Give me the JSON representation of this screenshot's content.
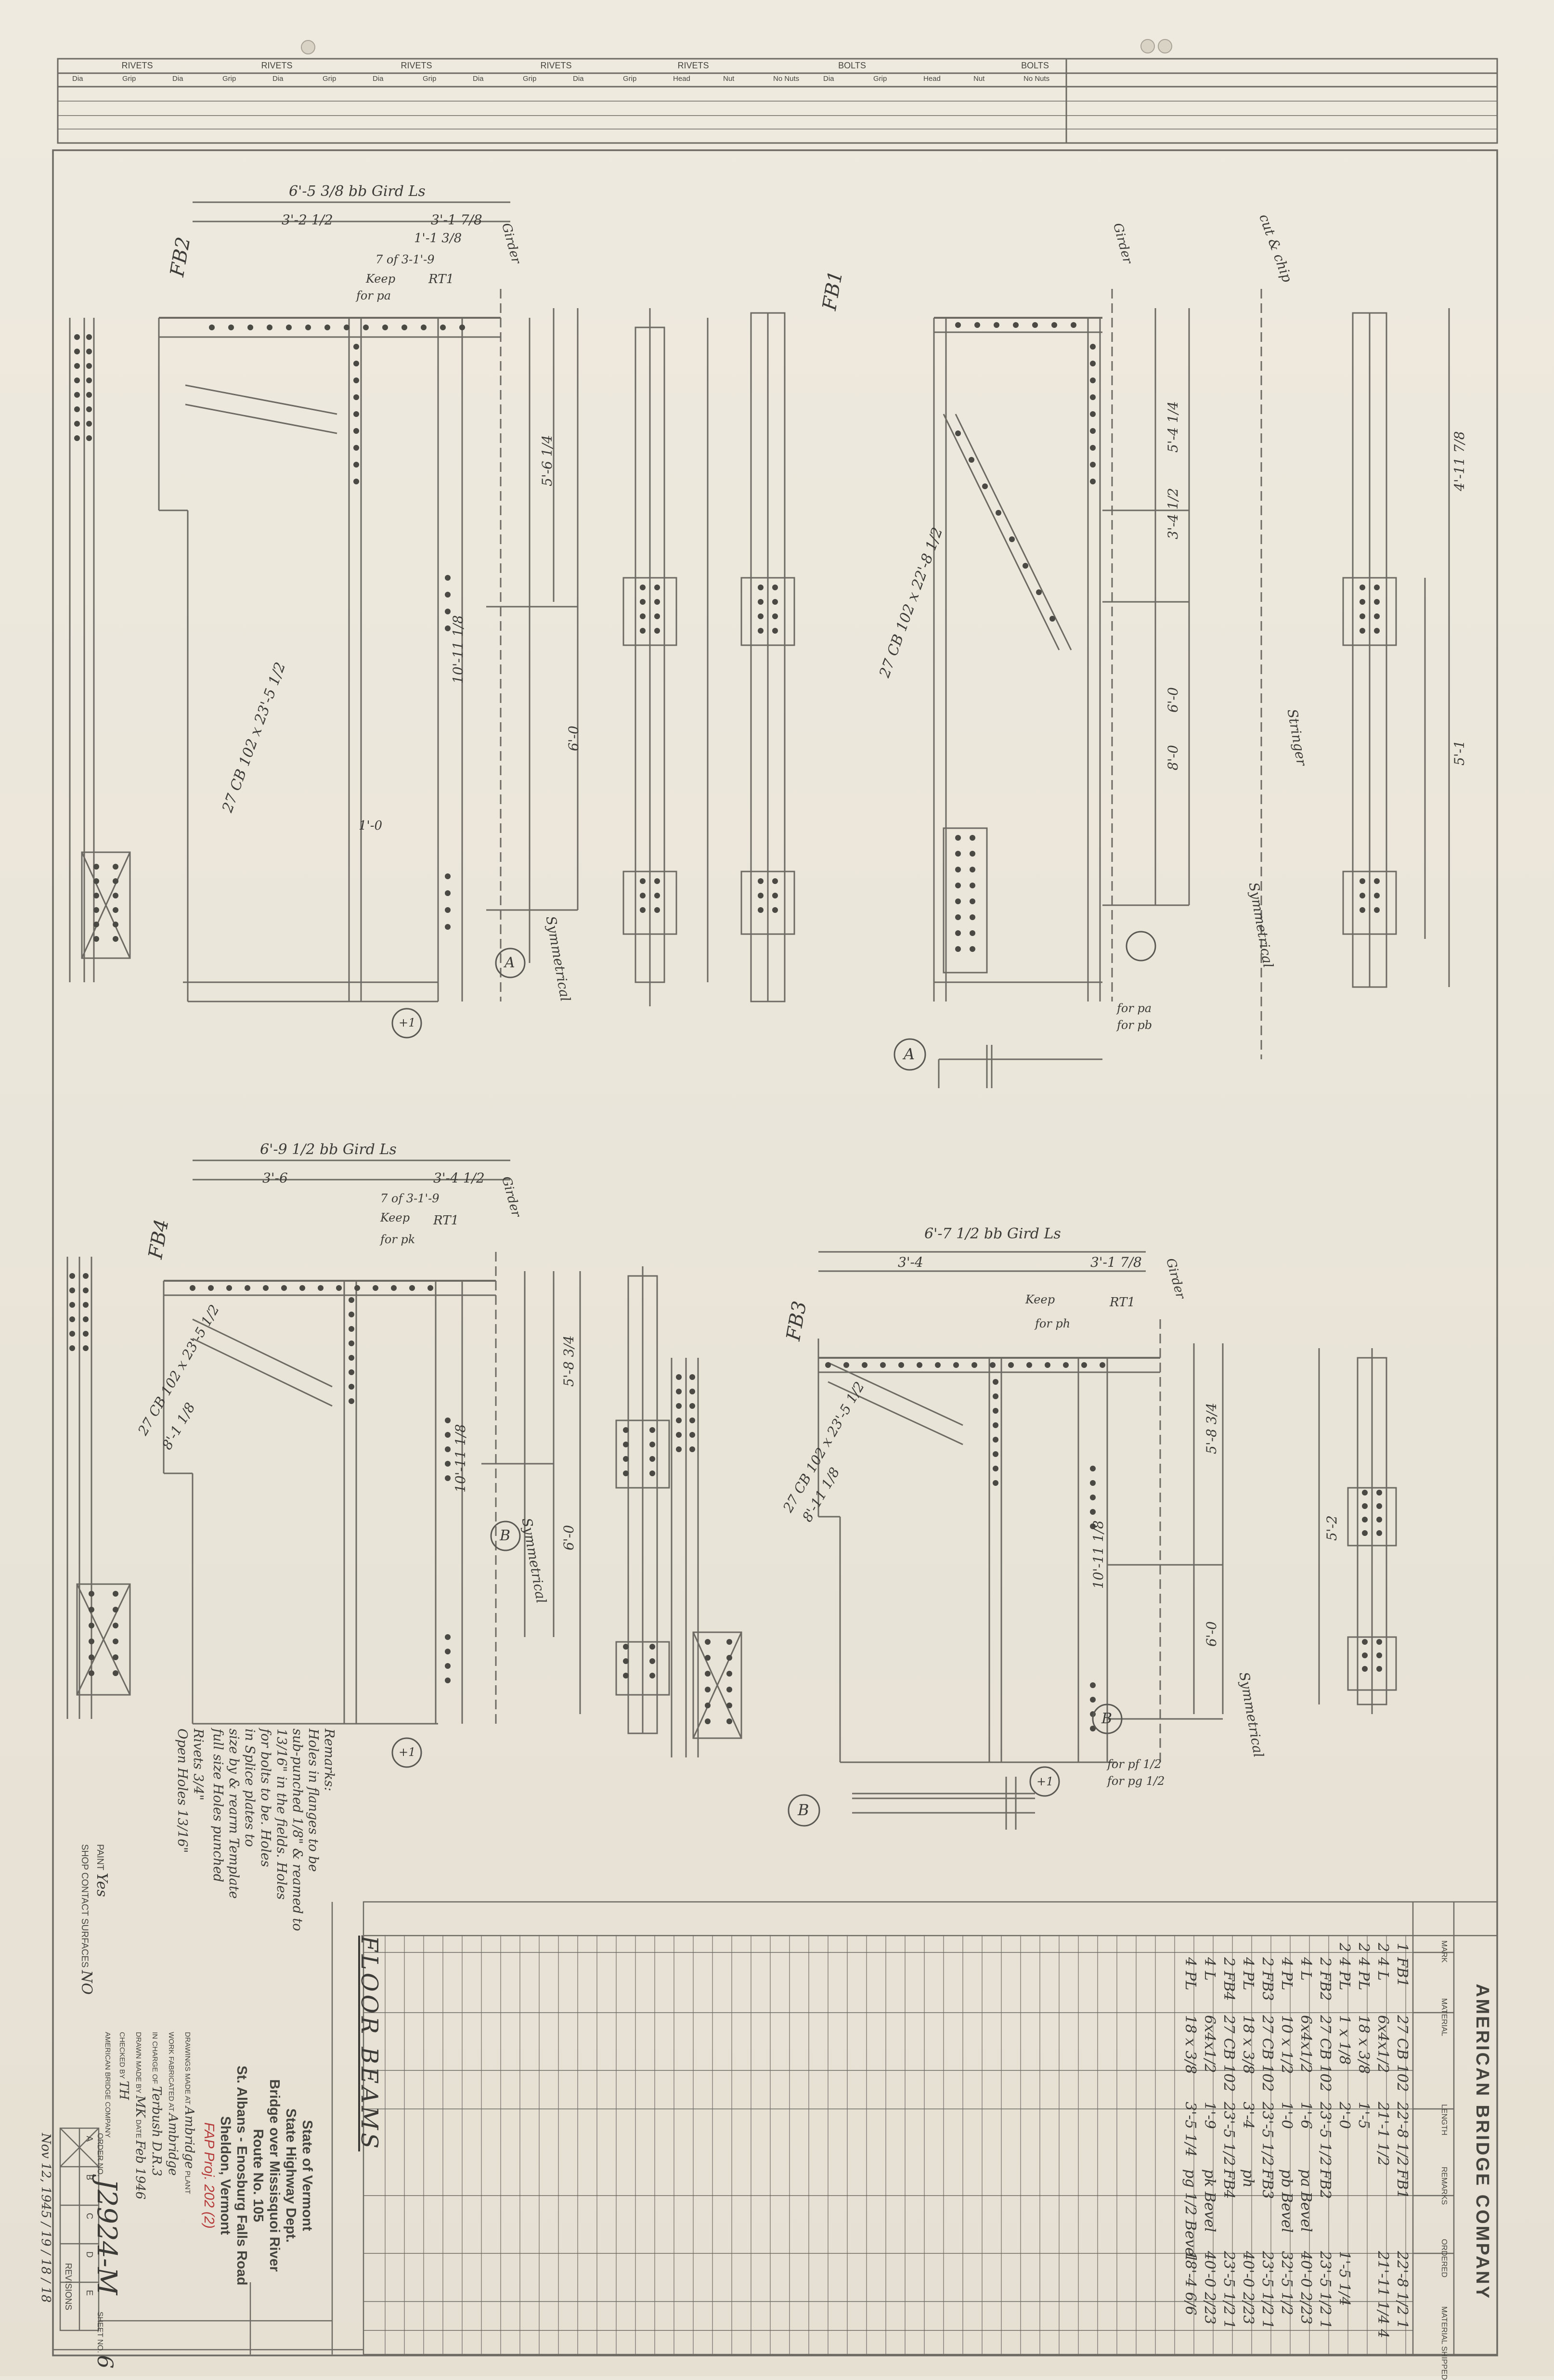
{
  "company": "AMERICAN BRIDGE COMPANY",
  "top_table": {
    "groups": [
      "RIVETS",
      "RIVETS",
      "RIVETS",
      "RIVETS",
      "RIVETS",
      "BOLTS",
      "BOLTS"
    ],
    "cols": [
      "Dia",
      "Grip",
      "Dia",
      "Grip",
      "Dia",
      "Grip",
      "Dia",
      "Grip",
      "Dia",
      "Grip",
      "Dia",
      "Grip",
      "Head",
      "Nut",
      "No Nuts",
      "Dia",
      "Grip",
      "Head",
      "Nut",
      "No Nuts"
    ]
  },
  "fb2": {
    "mark": "FB2",
    "overall": "6'-5 3/8 bb Gird Ls",
    "d1": "3'-2 1/2",
    "d2": "3'-1 7/8",
    "d3": "1'-1 3/8",
    "bolt_note": "7 of 3-1'-9",
    "keep": "Keep",
    "for_pa": "for pa",
    "rt": "RT1",
    "member": "27 CB 102 x 23'-5 1/2",
    "gird": "Girder",
    "length1": "5'-6 1/4",
    "length2": "6'-0",
    "length3": "10'-11 1/8",
    "length4": "1'-0",
    "sym": "Symmetrical",
    "circle": "A",
    "plus": "+1"
  },
  "fb1": {
    "mark": "FB1",
    "member": "27 CB 102 x 22'-8 1/2",
    "length1": "5'-4 1/4",
    "length2": "3'-4 1/2",
    "length3": "6'-0",
    "length4": "8'-0",
    "stringer": "Stringer",
    "sym": "Symmetrical",
    "cut_chip": "cut & chip",
    "girder": "Girder",
    "for_pa": "for pa",
    "for_pb": "for pb",
    "circle": "A",
    "length5": "4'-11 7/8",
    "length6": "5'-1"
  },
  "fb4": {
    "mark": "FB4",
    "overall": "6'-9 1/2 bb Gird Ls",
    "d1": "3'-6",
    "d2": "3'-4 1/2",
    "bolt_note": "7 of 3-1'-9",
    "keep": "Keep",
    "for_pk": "for pk",
    "rt": "RT1",
    "member": "27 CB 102 x 23'-5 1/2",
    "member2": "8'-1 1/8",
    "length1": "5'-8 3/4",
    "length2": "6'-0",
    "length3": "10'-11 1/8",
    "girder": "Girder",
    "sym": "Symmetrical",
    "circle": "B",
    "plus": "+1"
  },
  "fb3": {
    "mark": "FB3",
    "overall": "6'-7 1/2 bb Gird Ls",
    "d1": "3'-4",
    "d2": "3'-1 7/8",
    "keep": "Keep",
    "for_ph": "for ph",
    "rt": "RT1",
    "member": "27 CB 102 x 23'-5 1/2",
    "member2": "8'-11 1/8",
    "length1": "5'-8 3/4",
    "length2": "6'-0",
    "length3": "10'-11 1/8",
    "length4": "5'-2",
    "girder": "Girder",
    "sym": "Symmetrical",
    "circle": "B",
    "plus": "+1",
    "for_pf": "for pf 1/2",
    "for_pg": "for pg 1/2"
  },
  "notes": {
    "remarks_title": "Remarks:",
    "remarks": [
      "Holes in flanges to be",
      "sub-punched 1/8\" & reamed to",
      "13/16\" in the fields. Holes",
      "for bolts to be. Holes",
      "in Splice plates to",
      "size by & rearm Template",
      "full size Holes punched"
    ],
    "rivets": "Rivets 3/4\"",
    "open_holes": "Open Holes 13/16\""
  },
  "paint": {
    "paint_label": "PAINT",
    "paint_value": "Yes",
    "contact_label": "SHOP CONTACT SURFACES",
    "contact_value": "NO"
  },
  "revisions": {
    "label": "REVISIONS",
    "letters": [
      "A",
      "B",
      "C",
      "D",
      "E"
    ],
    "dates": "Nov 12, 1945 / 19 / 18 / 18"
  },
  "title_block": {
    "title": "FLOOR BEAMS",
    "state": "State of Vermont",
    "dept": "State Highway Dept.",
    "bridge": "Bridge over Missisquoi River",
    "route": "Route No. 105",
    "road": "St. Albans - Enosburg Falls Road",
    "town": "Sheldon, Vermont",
    "contract": "FAP Proj. 202 (2)",
    "drawings_made_at": "DRAWINGS MADE AT",
    "plant_hand": "Ambridge",
    "plant_label": "PLANT",
    "work_label": "WORK FABRICATED AT",
    "work_hand": "Ambridge",
    "in_charge_label": "IN CHARGE OF",
    "in_charge_hand": "Terbush D.R.3",
    "drawn_label": "DRAWN MADE BY",
    "drawn_hand": "MK",
    "date_label": "DATE",
    "date_hand": "Feb 1946",
    "checked_label": "CHECKED BY",
    "checked_hand": "TH",
    "company_small": "AMERICAN BRIDGE COMPANY",
    "order_label": "ORDER NO.",
    "order_value": "J2924-M",
    "sheet_label": "SHEET NO.",
    "sheet_value": "6"
  },
  "bill": {
    "header": [
      "MARK",
      "MATERIAL",
      "LENGTH",
      "REMARKS",
      "ORDERED",
      "MATERIAL SHIPPED"
    ],
    "rows": [
      [
        "1",
        "FB1",
        "27 CB 102",
        "22'-8 1/2",
        "FB1",
        "22'-8 1/2  1"
      ],
      [
        "2",
        "4  L",
        "6x4x1/2",
        "21'-1 1/2",
        "",
        "21'-11 1/4 4"
      ],
      [
        "2",
        "4 PL",
        "18 x 3/8",
        "1'-5",
        "",
        ""
      ],
      [
        "2",
        "4 PL",
        "1 x 1/8",
        "2'-0",
        "",
        "1'-5  1/4"
      ],
      [
        "",
        "2 FB2",
        "27 CB 102",
        "23'-5 1/2",
        "FB2",
        "23'-5 1/2 1"
      ],
      [
        "",
        "4  L",
        "6x4x1/2",
        "1'-6",
        "pa  Bevel",
        "40'-0 2/23"
      ],
      [
        "",
        "4 PL",
        "10 x 1/2",
        "1'-0",
        "pb  Bevel",
        "32'-5 1/2"
      ],
      [
        "",
        "2 FB3",
        "27 CB 102",
        "23'-5 1/2",
        "FB3",
        "23'-5 1/2 1"
      ],
      [
        "",
        "4 PL",
        "18 x 3/8",
        "3'-4",
        "ph",
        "40'-0 2/23"
      ],
      [
        "",
        "2 FB4",
        "27 CB 102",
        "23'-5 1/2",
        "FB4",
        "23'-5 1/2 1"
      ],
      [
        "",
        "4  L",
        "6x4x1/2",
        "1'-9",
        "pk  Bevel",
        "40'-0 2/23"
      ],
      [
        "",
        "4 PL",
        "18 x 3/8",
        "3'-5 1/4",
        "pg 1/2  Bevel",
        "18'-4 6/6"
      ]
    ]
  }
}
